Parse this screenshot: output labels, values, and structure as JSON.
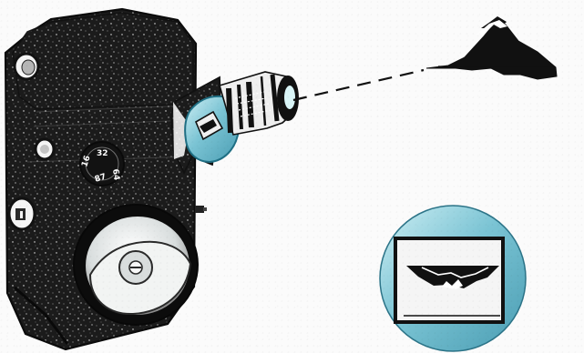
{
  "aperture_dial": {
    "labels": [
      "16",
      "32",
      "87",
      "64"
    ]
  },
  "colors": {
    "camera_body": "#171717",
    "lens_accent": "#67b8cc",
    "lens_light": "#c9eef3",
    "viewfinder_blue": "#5caec4",
    "mountain_black": "#111111",
    "paper": "#fbfbfb"
  },
  "icons": {
    "camera": "movie-camera-icon",
    "mountain": "mountain-icon",
    "inset": "viewfinder-inset-icon"
  }
}
